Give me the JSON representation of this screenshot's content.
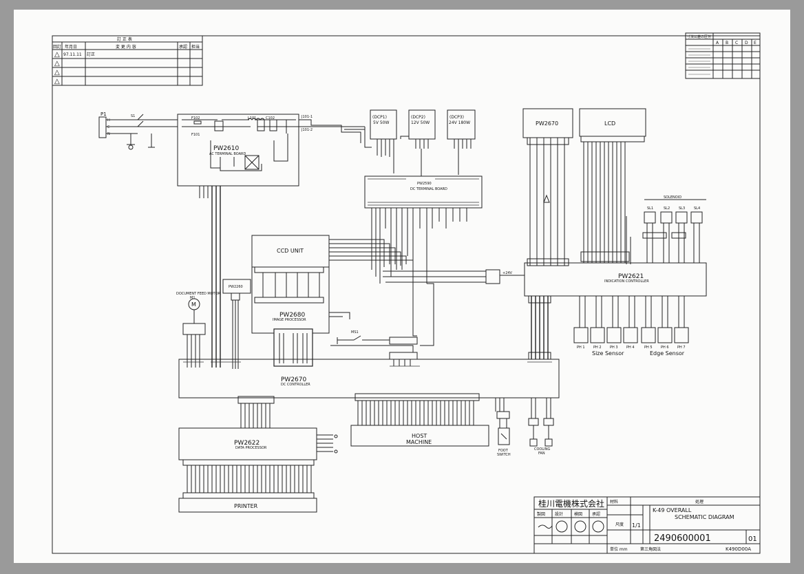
{
  "revision_block": {
    "title": "訂 正 表",
    "headers": [
      "回訂",
      "年月日",
      "変 更 内 容",
      "承認",
      "担当"
    ],
    "rows": [
      {
        "mark": "△",
        "date": "97.11.11",
        "content": "訂正"
      },
      {
        "mark": "△",
        "date": "",
        "content": ""
      },
      {
        "mark": "△",
        "date": "",
        "content": ""
      },
      {
        "mark": "△",
        "date": "",
        "content": ""
      }
    ]
  },
  "tolerance_table": {
    "header": "寸法公差の区分",
    "cols": [
      "A",
      "B",
      "C",
      "D",
      "E"
    ]
  },
  "left_connector": {
    "label": "P1",
    "pins": [
      "H",
      "C",
      "N"
    ],
    "switch": "S1"
  },
  "blocks": {
    "pw2610": {
      "name": "PW2610",
      "sub": "AC TERMINAL BOARD",
      "fuse1": "F102",
      "fuse2": "F101",
      "coil": "L101",
      "cap": "C102"
    },
    "dcp1": {
      "name": "(DCP1)",
      "spec": "5V 50W"
    },
    "dcp2": {
      "name": "(DCP2)",
      "spec": "12V 50W"
    },
    "dcp3": {
      "name": "(DCP3)",
      "spec": "24V 180W"
    },
    "pw2590": {
      "name": "PW2590",
      "sub": "DC TERMINAL BOARD"
    },
    "pw2670_top": {
      "name": "PW2670"
    },
    "lcd": {
      "name": "LCD"
    },
    "ccd": {
      "name": "CCD UNIT"
    },
    "pw2680": {
      "name": "PW2680",
      "sub": "IMAGE PROCESSOR"
    },
    "pw2260": {
      "name": "PW2260"
    },
    "pw2621": {
      "name": "PW2621",
      "sub": "INDICATION CONTROLLER"
    },
    "pw2670_main": {
      "name": "PW2670",
      "sub": "DC CONTROLLER"
    },
    "pw2622": {
      "name": "PW2622",
      "sub": "DATA PROCESSOR"
    },
    "host": {
      "line1": "HOST",
      "line2": "MACHINE"
    },
    "printer": {
      "name": "PRINTER"
    },
    "motor": {
      "line1": "DOCUMENT FEED MOTOR",
      "line2": "M1",
      "symbol": "M"
    },
    "solenoid": {
      "label": "SOLENOID",
      "items": [
        "SL1",
        "SL2",
        "SL3",
        "SL4"
      ]
    },
    "size_sensor": {
      "label": "Size Sensor",
      "items": [
        "PH 1",
        "PH 2",
        "PH 3",
        "PH 4"
      ]
    },
    "edge_sensor": {
      "label": "Edge Sensor",
      "items": [
        "PH 5",
        "PH 6",
        "PH 7"
      ]
    },
    "ms1": {
      "label": "MS1"
    },
    "foot_switch": {
      "line1": "FOOT",
      "line2": "SWITCH"
    },
    "cooling_fan": {
      "line1": "COOLING",
      "line2": "FAN"
    }
  },
  "title_block": {
    "company": "桂川電機株式会社",
    "material_label": "材料",
    "treatment_label": "処理",
    "scale_label": "尺度",
    "scale_value": "1/1",
    "drawing_title_1": "K-49 OVERALL",
    "drawing_title_2": "SCHEMATIC DIAGRAM",
    "drawing_number": "2490600001",
    "rev": "01",
    "roles": [
      "製図",
      "設計",
      "検図",
      "承認"
    ],
    "unit_label": "単位 mm",
    "projection": "第三角図法",
    "code": "K490D00A"
  }
}
